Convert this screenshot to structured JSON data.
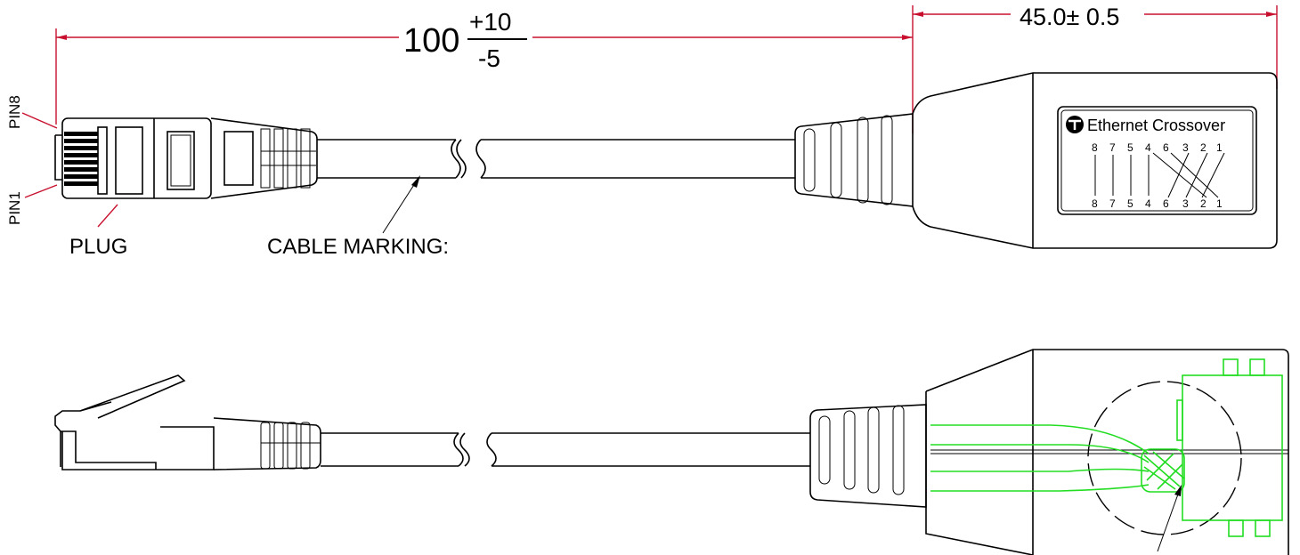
{
  "dimensions": {
    "cable_length_nominal": "100",
    "cable_length_plus": "+10",
    "cable_length_minus": "-5",
    "housing_length": "45.0± 0.5"
  },
  "labels": {
    "pin8": "PIN8",
    "pin1": "PIN1",
    "plug": "PLUG",
    "cable_marking": "CABLE MARKING:"
  },
  "label_plate": {
    "title": "Ethernet Crossover",
    "top_pins": [
      "8",
      "7",
      "5",
      "4",
      "6",
      "3",
      "2",
      "1"
    ],
    "bottom_pins": [
      "8",
      "7",
      "5",
      "4",
      "6",
      "3",
      "2",
      "1"
    ]
  },
  "colors": {
    "dimension": "#c8102e",
    "wires": "#22dd22"
  }
}
